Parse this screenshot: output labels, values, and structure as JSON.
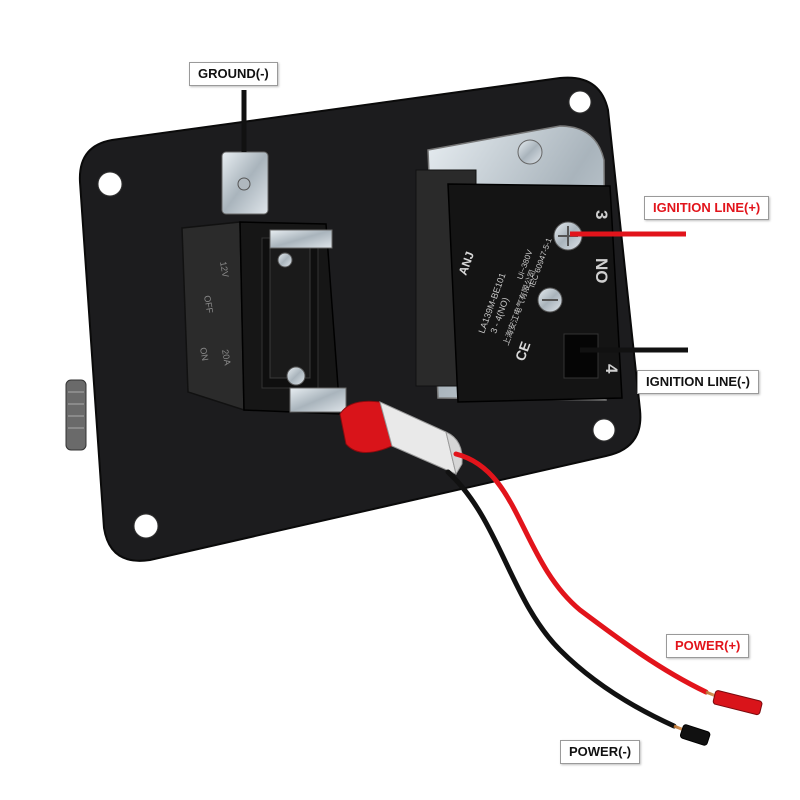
{
  "labels": {
    "ground": "GROUND(-)",
    "ignition_pos": "IGNITION LINE(+)",
    "ignition_neg": "IGNITION LINE(-)",
    "power_pos": "POWER(+)",
    "power_neg": "POWER(-)"
  },
  "switch_block": {
    "terminal_top": "3",
    "terminal_bottom": "4",
    "contact_type": "NO",
    "model": "LA139M-BE101",
    "contact_code": "3 - 4(NO)",
    "brand": "ANJ",
    "rating": "Ui~380V",
    "standard": "IEC 60947-5-1",
    "maker_cn": "上海安江电气有限公司",
    "ce_mark": "CE"
  },
  "toggle_switch": {
    "off_text": "OFF",
    "on_text": "ON",
    "amp_text": "20A",
    "volt_text": "12V"
  },
  "colors": {
    "positive": "#e2141b",
    "negative": "#111111",
    "panel": "#1c1c1e"
  }
}
